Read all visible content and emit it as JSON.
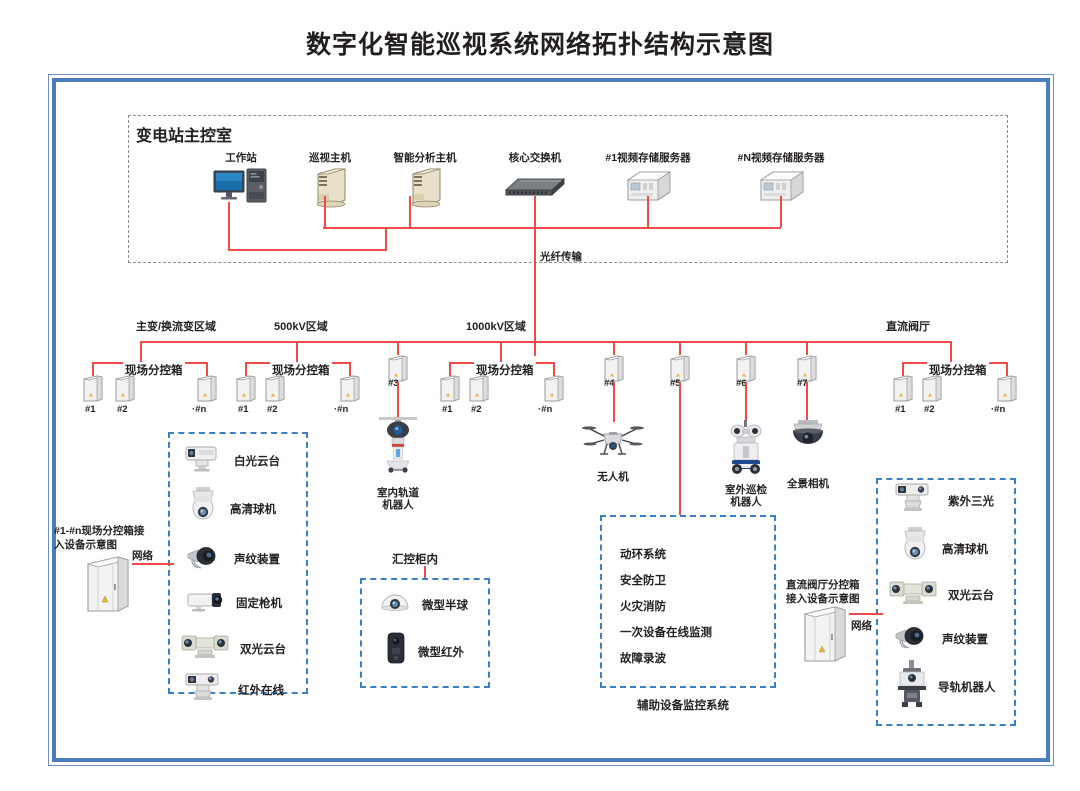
{
  "title": "数字化智能巡视系统网络拓扑结构示意图",
  "control_room": {
    "title": "变电站主控室",
    "nodes": [
      {
        "label": "工作站",
        "icon": "workstation-icon"
      },
      {
        "label": "巡视主机",
        "icon": "server-tower-icon"
      },
      {
        "label": "智能分析主机",
        "icon": "server-tower-icon"
      },
      {
        "label": "核心交换机",
        "icon": "network-switch-icon"
      },
      {
        "label": "#1视频存储服务器",
        "icon": "rack-server-icon"
      },
      {
        "label": "#N视频存储服务器",
        "icon": "rack-server-icon"
      }
    ]
  },
  "fiber_label": "光纤传输",
  "zones": [
    {
      "name": "主变/换流变区域"
    },
    {
      "name": "500kV区域"
    },
    {
      "name": "1000kV区域"
    },
    {
      "name": "直流阀厅"
    }
  ],
  "cabinet_group_label": "现场分控箱",
  "cabinet_groups": [
    {
      "zone": "主变/换流变区域",
      "boxes": [
        "#1",
        "#2",
        "·#n"
      ]
    },
    {
      "zone": "500kV区域",
      "boxes": [
        "#1",
        "#2",
        "·#n"
      ]
    },
    {
      "zone": "1000kV区域",
      "boxes": [
        "#1",
        "#2",
        "·#n"
      ]
    },
    {
      "zone": "直流阀厅",
      "boxes": [
        "#1",
        "#2",
        "·#n"
      ]
    }
  ],
  "standalone_cabinets": [
    "#3",
    "#4",
    "#5",
    "#6",
    "#7"
  ],
  "field_devices": [
    {
      "label": "室内轨道\n机器人",
      "line1": "室内轨道",
      "line2": "机器人",
      "cabinet": "#3",
      "icon": "rail-robot-icon"
    },
    {
      "label": "无人机",
      "line1": "无人机",
      "line2": "",
      "cabinet": "#4",
      "icon": "drone-icon"
    },
    {
      "label": "室外巡检\n机器人",
      "line1": "室外巡检",
      "line2": "机器人",
      "cabinet": "#6",
      "icon": "inspection-robot-icon"
    },
    {
      "label": "全景相机",
      "line1": "全景相机",
      "line2": "",
      "cabinet": "#7",
      "icon": "dome-camera-icon"
    }
  ],
  "left_panel": {
    "caption_line1": "#1-#n现场分控箱接",
    "caption_line2": "入设备示意图",
    "network_label": "网络",
    "items": [
      {
        "name": "白光云台",
        "icon": "ptz-white-light-icon"
      },
      {
        "name": "高清球机",
        "icon": "hd-dome-camera-icon"
      },
      {
        "name": "声纹装置",
        "icon": "voiceprint-device-icon"
      },
      {
        "name": "固定枪机",
        "icon": "bullet-camera-icon"
      },
      {
        "name": "双光云台",
        "icon": "dual-light-ptz-icon"
      },
      {
        "name": "红外在线",
        "icon": "infrared-online-icon"
      }
    ]
  },
  "right_panel": {
    "caption_line1": "直流阀厅分控箱",
    "caption_line2": "接入设备示意图",
    "network_label": "网络",
    "items": [
      {
        "name": "紫外三光",
        "icon": "uv-tri-light-icon"
      },
      {
        "name": "高清球机",
        "icon": "hd-dome-camera-icon"
      },
      {
        "name": "双光云台",
        "icon": "dual-light-ptz-icon"
      },
      {
        "name": "声纹装置",
        "icon": "voiceprint-device-icon"
      },
      {
        "name": "导轨机器人",
        "icon": "rail-guided-robot-icon"
      }
    ]
  },
  "cabinet_panel": {
    "title": "汇控柜内",
    "items": [
      {
        "name": "微型半球",
        "icon": "mini-dome-camera-icon"
      },
      {
        "name": "微型红外",
        "icon": "mini-infrared-icon"
      }
    ]
  },
  "aux_system": {
    "title": "辅助设备监控系统",
    "items": [
      "动环系统",
      "安全防卫",
      "火灾消防",
      "一次设备在线监测",
      "故障录波"
    ]
  },
  "colors": {
    "network_line": "#ef4b4b",
    "frame_blue": "#4a7ebb",
    "panel_dash_blue": "#3b7fc4",
    "text": "#231f20"
  }
}
